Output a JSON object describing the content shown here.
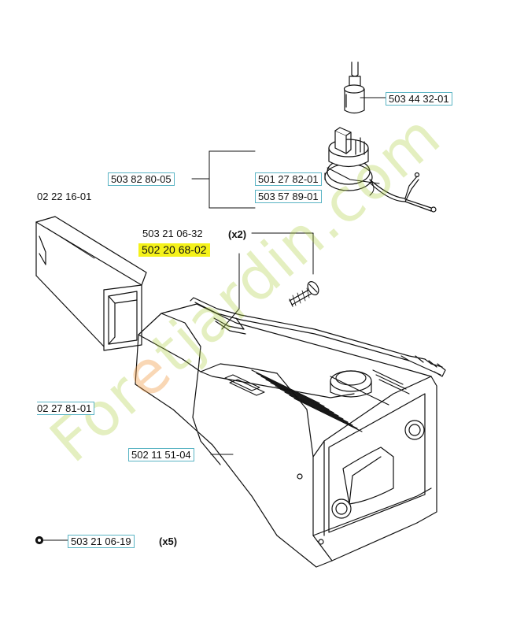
{
  "labels": {
    "p1": "503 44 32-01",
    "p2": "503 82 80-05",
    "p3": "501 27 82-01",
    "p4": "503 57 89-01",
    "p5": "02 22 16-01",
    "p6": "503 21 06-32",
    "p6_qty": "(x2)",
    "p7": "502 20 68-02",
    "p8": "02 27 81-01",
    "p9": "502 11 51-04",
    "p10": "503 21 06-19",
    "p10_qty": "(x5)"
  },
  "watermark": {
    "part1": "For",
    "part2": "e",
    "part3": "t",
    "part4": "jardin.com"
  },
  "colors": {
    "label_border": "#5ab4c4",
    "highlight": "#f5f21a",
    "watermark_green": "#aacd3c",
    "watermark_orange": "#f0963c"
  }
}
